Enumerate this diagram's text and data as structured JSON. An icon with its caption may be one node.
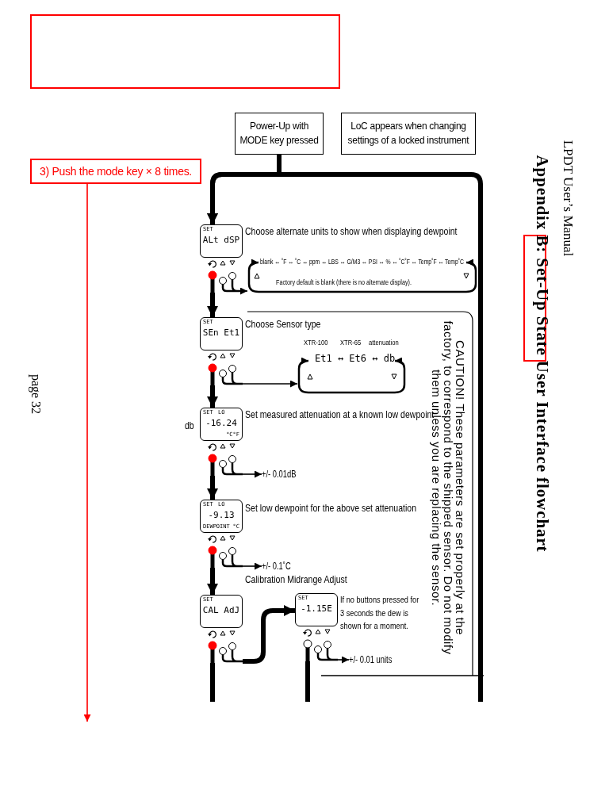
{
  "diagram": {
    "title": "Appendix B: Set-Up State User Interface flowchart",
    "nodes": [
      {
        "text": [
          "Power-Up with MODE key pressed"
        ]
      },
      {
        "text": [
          "LoC appears when changing settings of a locked instrument"
        ]
      },
      {
        "text": [
          "3) Push the mode key × 8 times."
        ]
      },
      {
        "text": [],
        "shape": "box"
      },
      {
        "text": [
          "SET",
          "ALt dSP"
        ],
        "beside": [
          "Choose alternate units to show when displaying dewpoint"
        ]
      },
      {
        "text": [
          "SET",
          "SEn Et1"
        ],
        "beside": [
          "Choose Sensor type"
        ]
      },
      {
        "text": [
          "SET",
          "LO",
          "-16.24",
          "°C°F"
        ],
        "beside": [
          "db",
          "Set measured attenuation at a known low dewpoint"
        ]
      },
      {
        "text": [
          "SET",
          "LO",
          "-9.13",
          "°C",
          "DEWPOINT"
        ],
        "beside": [
          "Set low dewpoint for the above set attenuation"
        ]
      },
      {
        "text": [
          "SET",
          "CAL AdJ"
        ]
      },
      {
        "text": [
          "SET",
          "-1.15E"
        ],
        "beside": [
          "If no buttons pressed for 3 seconds the dew is shown for a moment."
        ]
      },
      {
        "text": [
          "CAUTION! These parameters are set properly at the factory, to correspond to the shipped sensor. Do not modify them unless you are replacing the sensor."
        ]
      },
      {
        "text": [
          "blank ↔ ˚F ↔ ˚C ↔ ppm ↔ LBS ↔ G/M3 ↔ PSI ↔ % ↔ ˚C˚F ↔ Temp˚F ↔ Temp˚C",
          "Factory default is blank (there is no alternate display)."
        ]
      },
      {
        "text": [
          "XTR-100",
          "XTR-65",
          "attenuation",
          "Et1 ↔ Et6 ↔ db"
        ]
      },
      {
        "text": [
          "+/- 0.01dB"
        ]
      },
      {
        "text": [
          "+/- 0.1˚C"
        ]
      },
      {
        "text": [
          "+/- 0.01 units"
        ]
      }
    ],
    "edges": [
      {
        "from": 0,
        "to": 4,
        "arrow": "to"
      },
      {
        "from": null,
        "to": 4,
        "arrow": "to"
      },
      {
        "from": 4,
        "to": 5,
        "arrow": "to"
      },
      {
        "from": 5,
        "to": 6,
        "arrow": "to"
      },
      {
        "from": 6,
        "to": 7,
        "arrow": "to"
      },
      {
        "from": 7,
        "to": 8,
        "arrow": "to"
      },
      {
        "from": 8,
        "to": null,
        "arrow": "none"
      },
      {
        "from": 9,
        "to": null,
        "arrow": "none"
      },
      {
        "from": 8,
        "to": 9,
        "arrow": "to"
      },
      {
        "from": 4,
        "to": 11,
        "arrow": "to"
      },
      {
        "from": 5,
        "to": 12,
        "arrow": "to"
      },
      {
        "from": 6,
        "to": 13,
        "arrow": "to"
      },
      {
        "from": 7,
        "to": 14,
        "arrow": "to"
      },
      {
        "from": 9,
        "to": 15,
        "arrow": "to"
      },
      {
        "from": 2,
        "to": null,
        "arrow": "to",
        "color": "#ff0000"
      }
    ],
    "labels": [
      "LPDT User’s Manual",
      "page 32",
      "Calibration Midrange Adjust"
    ]
  }
}
